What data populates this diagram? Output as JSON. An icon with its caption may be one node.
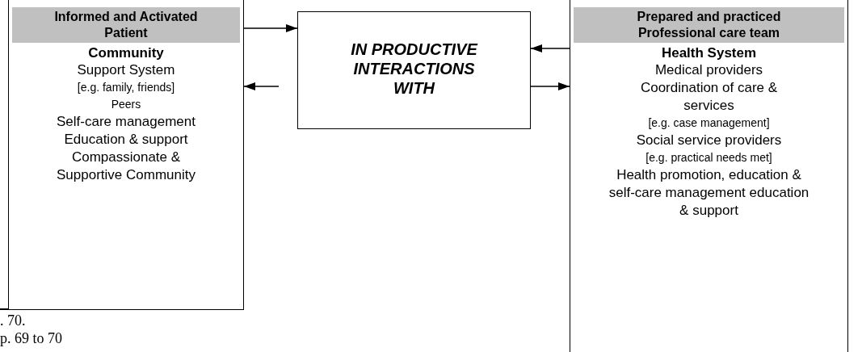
{
  "diagram": {
    "nodes": [
      {
        "text": [
          "Informed and Activated Patient",
          "Community",
          "Support System",
          "[e.g. family, friends]",
          "Peers",
          "Self-care management",
          "Education & support",
          "Compassionate & Supportive Community"
        ]
      },
      {
        "text": [
          "IN PRODUCTIVE INTERACTIONS WITH"
        ]
      },
      {
        "text": [
          "Prepared and practiced Professional care team",
          "Health System",
          "Medical providers",
          "Coordination of care & services",
          "[e.g. case management]",
          "Social service providers",
          "[e.g. practical needs met]",
          "Health promotion, education & self-care management education & support"
        ]
      }
    ],
    "edges": [
      {
        "from": 0,
        "to": 1,
        "arrow": "to"
      },
      {
        "from": 1,
        "to": 0,
        "arrow": "to"
      },
      {
        "from": 2,
        "to": 1,
        "arrow": "to"
      },
      {
        "from": 1,
        "to": 2,
        "arrow": "to"
      }
    ],
    "labels": [
      ". 70.",
      "p. 69 to 70"
    ]
  }
}
